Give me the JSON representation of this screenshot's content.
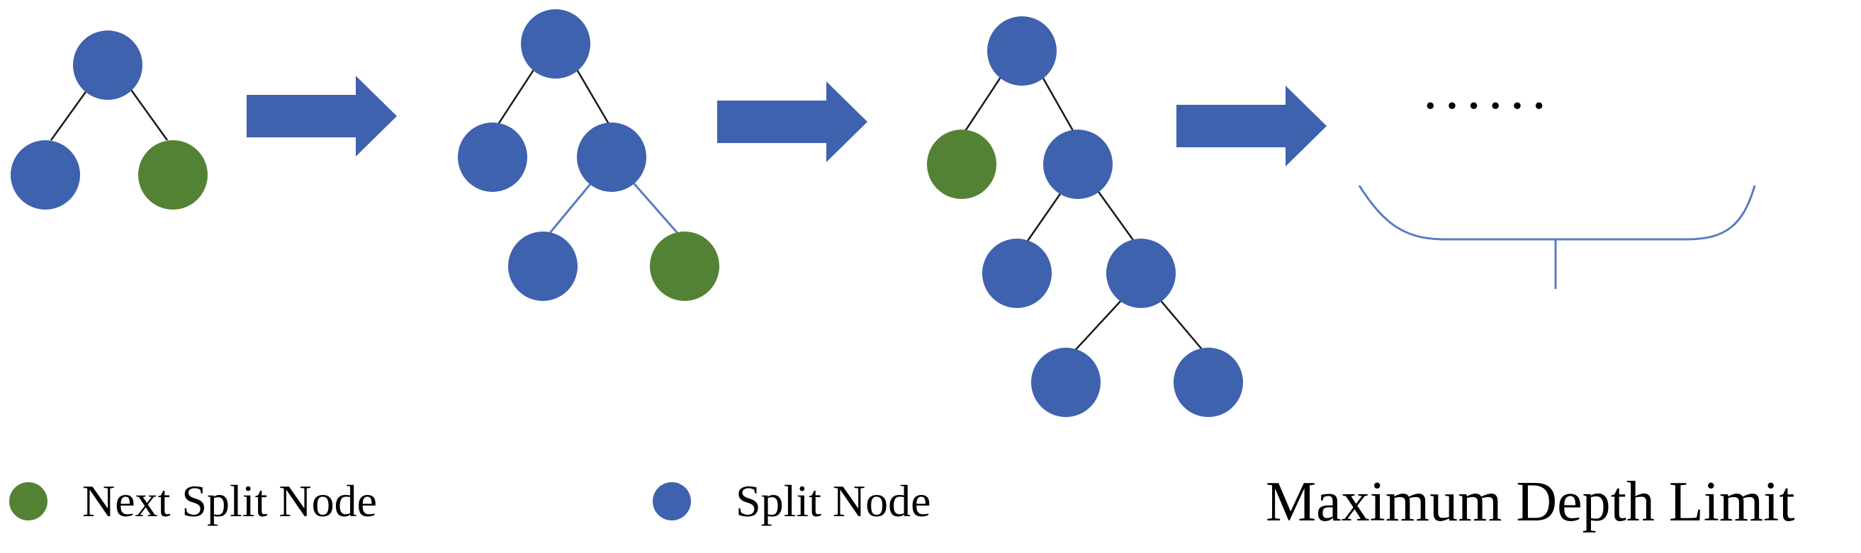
{
  "colors": {
    "split": "#3f62ae",
    "next_split": "#548235",
    "arrow": "#3f62ae",
    "edge": "#1a1a1a",
    "brace": "#5b7cc0"
  },
  "trees": [
    {
      "nodes": [
        {
          "id": "root",
          "type": "split"
        },
        {
          "id": "left",
          "type": "split"
        },
        {
          "id": "right",
          "type": "next_split"
        }
      ]
    },
    {
      "nodes": [
        {
          "id": "root",
          "type": "split"
        },
        {
          "id": "left",
          "type": "split"
        },
        {
          "id": "right",
          "type": "split"
        },
        {
          "id": "right-left",
          "type": "split"
        },
        {
          "id": "right-right",
          "type": "next_split"
        }
      ]
    },
    {
      "nodes": [
        {
          "id": "root",
          "type": "split"
        },
        {
          "id": "left",
          "type": "next_split"
        },
        {
          "id": "right",
          "type": "split"
        },
        {
          "id": "right-left",
          "type": "split"
        },
        {
          "id": "right-right",
          "type": "split"
        },
        {
          "id": "right-right-left",
          "type": "split"
        },
        {
          "id": "right-right-right",
          "type": "split"
        }
      ]
    }
  ],
  "continuation": {
    "ellipsis": "······"
  },
  "legend": {
    "next_split_label": "Next Split Node",
    "split_label": "Split Node",
    "max_depth_label": "Maximum Depth Limit"
  }
}
